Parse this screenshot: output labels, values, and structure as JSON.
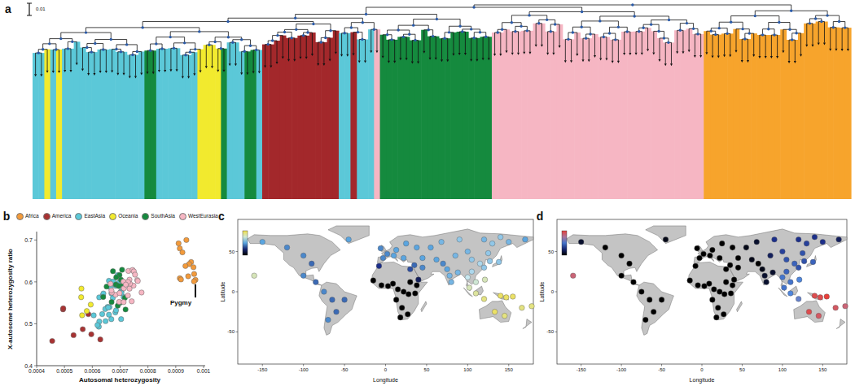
{
  "diagram": {
    "labels": [
      "a",
      "0.01",
      "b",
      "c",
      "d",
      "X-autosome heterozygosity ratio",
      "0.7",
      "0.6",
      "0.5",
      "0.4",
      "0.0004",
      "0.0005",
      "0.0006",
      "0.0007",
      "0.0008",
      "0.0009",
      "0.001",
      "Autosomal heterozygosity",
      "Pygmy",
      "Latitude",
      "Longitude",
      "-150",
      "-100",
      "-50",
      "0",
      "50",
      "100",
      "150",
      "-50",
      "0",
      "50",
      "Latitude",
      "Longitude",
      "-150",
      "-100",
      "-50",
      "0",
      "50",
      "100",
      "150",
      "-50",
      "0",
      "50"
    ],
    "legend": [
      {
        "text": "Africa",
        "color": "#f39a3a"
      },
      {
        "text": "America",
        "color": "#a83232"
      },
      {
        "text": "EastAsia",
        "color": "#5bc8d8"
      },
      {
        "text": "Oceania",
        "color": "#f2ea2e"
      },
      {
        "text": "SouthAsia",
        "color": "#158a3e"
      },
      {
        "text": "WestEurasia",
        "color": "#f6b6c3"
      }
    ]
  }
}
